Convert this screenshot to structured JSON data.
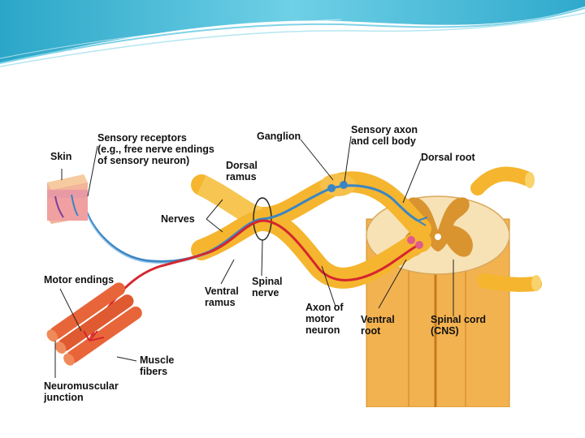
{
  "diagram": {
    "labels": {
      "skin": "Skin",
      "sensory_receptors": [
        "Sensory receptors",
        "(e.g., free nerve endings",
        "of sensory neuron)"
      ],
      "ganglion": "Ganglion",
      "sensory_axon": [
        "Sensory axon",
        "and cell body"
      ],
      "dorsal_root": "Dorsal root",
      "dorsal_ramus": [
        "Dorsal",
        "ramus"
      ],
      "nerves": "Nerves",
      "motor_endings": "Motor endings",
      "ventral_ramus": [
        "Ventral",
        "ramus"
      ],
      "spinal_nerve": [
        "Spinal",
        "nerve"
      ],
      "axon_motor_neuron": [
        "Axon of",
        "motor",
        "neuron"
      ],
      "ventral_root": [
        "Ventral",
        "root"
      ],
      "spinal_cord": [
        "Spinal cord",
        "(CNS)"
      ],
      "muscle_fibers": [
        "Muscle",
        "fibers"
      ],
      "neuromuscular_junction": [
        "Neuromuscular",
        "junction"
      ]
    }
  }
}
